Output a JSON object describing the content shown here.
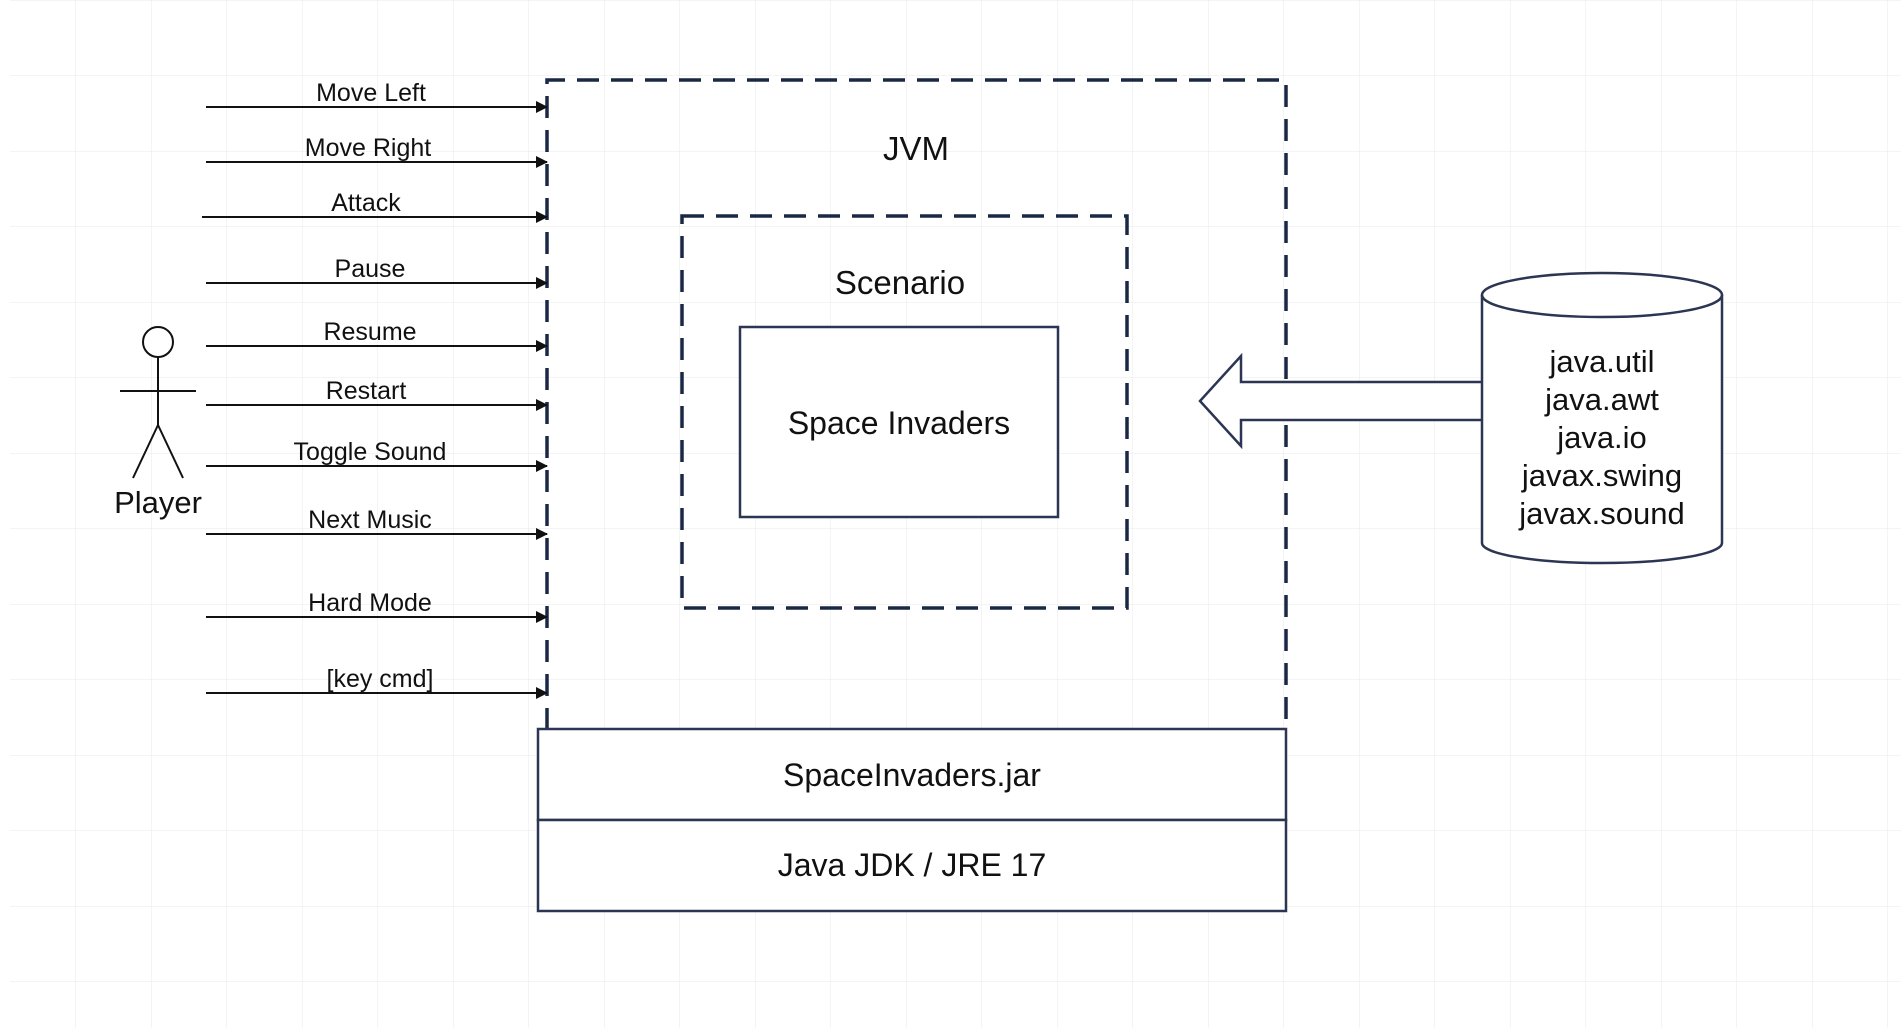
{
  "actor": {
    "label": "Player"
  },
  "commands": [
    "Move Left",
    "Move Right",
    "Attack",
    "Pause",
    "Resume",
    "Restart",
    "Toggle Sound",
    "Next Music",
    "Hard Mode",
    "[key cmd]"
  ],
  "jvm": {
    "label": "JVM"
  },
  "scenario": {
    "label": "Scenario",
    "component": "Space Invaders"
  },
  "stack": {
    "jar": "SpaceInvaders.jar",
    "runtime": "Java JDK / JRE 17"
  },
  "libraries": {
    "items": [
      "java.util",
      "java.awt",
      "java.io",
      "javax.swing",
      "javax.sound"
    ]
  },
  "colors": {
    "boundary": "#1b2845",
    "box_stroke": "#2c3553",
    "arrow": "#111111",
    "grid": "#e8e8e8",
    "background": "#ffffff"
  }
}
